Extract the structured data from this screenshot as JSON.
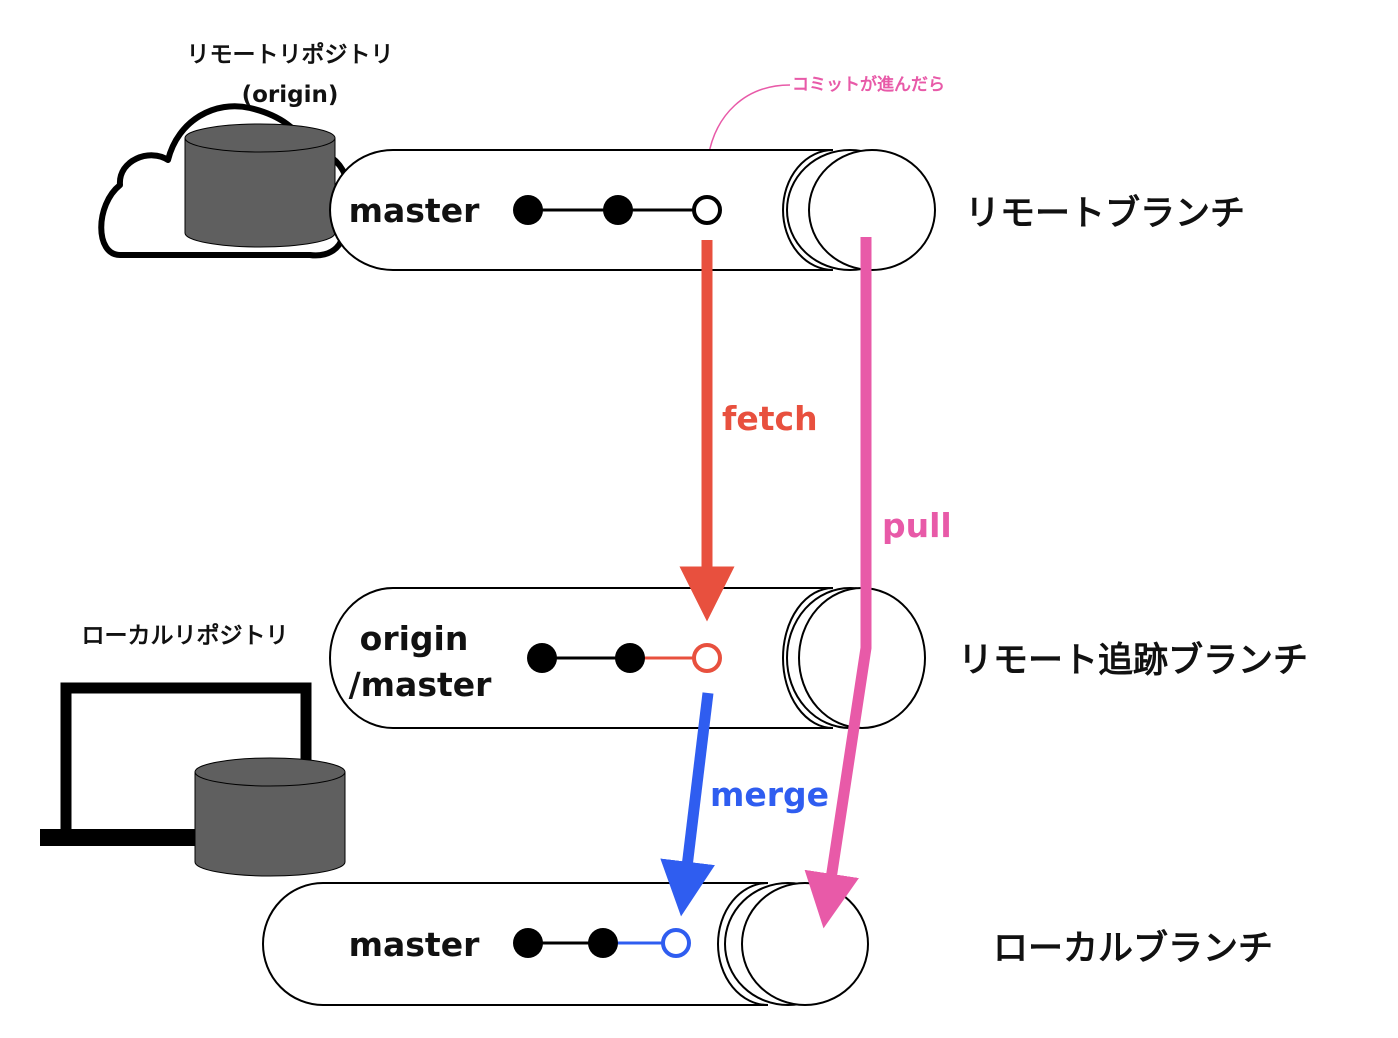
{
  "remote_repo": {
    "title": "リモートリポジトリ",
    "subtitle": "(origin)"
  },
  "local_repo": {
    "title": "ローカルリポジトリ"
  },
  "annotation": {
    "text": "コミットが進んだら"
  },
  "branches": {
    "remote": {
      "name": "master",
      "label": "リモートブランチ"
    },
    "tracking": {
      "name_line1": "origin",
      "name_line2": "/master",
      "label": "リモート追跡ブランチ"
    },
    "local": {
      "name": "master",
      "label": "ローカルブランチ"
    }
  },
  "arrows": {
    "fetch": "fetch",
    "pull": "pull",
    "merge": "merge"
  },
  "colors": {
    "fetch": "#e8503e",
    "pull": "#e85aa8",
    "merge": "#2f5df0",
    "annotation": "#e85aa8",
    "database": "#5f5f5f"
  }
}
